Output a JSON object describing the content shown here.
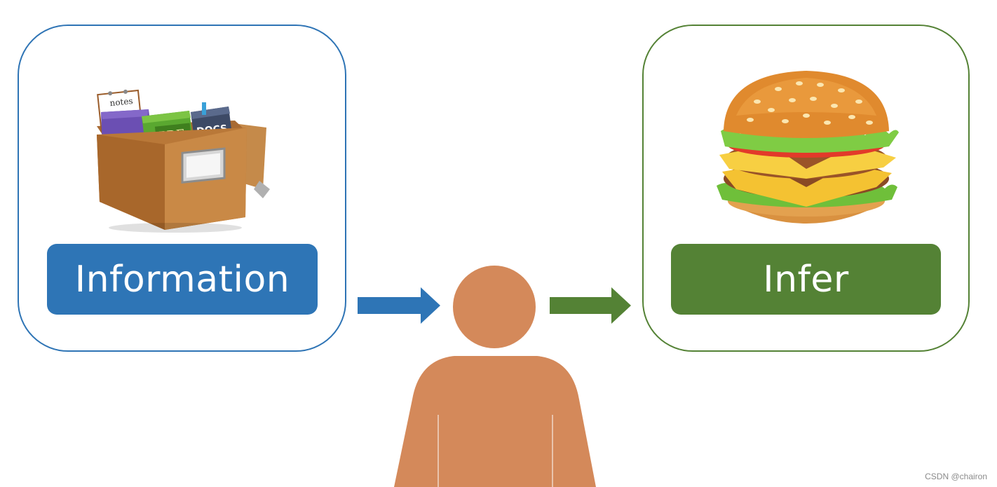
{
  "left_panel": {
    "label": "Information",
    "illustration": {
      "icon": "file-box-icon",
      "note_label": "notes",
      "pdf_label": "PDFs",
      "docs_label": "DOCS"
    },
    "border_color": "#2e74b5",
    "label_color": "#2e75b6"
  },
  "right_panel": {
    "label": "Infer",
    "illustration": {
      "icon": "hamburger-icon"
    },
    "border_color": "#548235",
    "label_color": "#548235"
  },
  "center": {
    "person_icon": "person-icon",
    "person_color": "#d4895a"
  },
  "arrows": {
    "left": {
      "icon": "arrow-right-icon",
      "color": "#2e75b6"
    },
    "right": {
      "icon": "arrow-right-icon",
      "color": "#548235"
    }
  },
  "watermark": "CSDN @chairon"
}
